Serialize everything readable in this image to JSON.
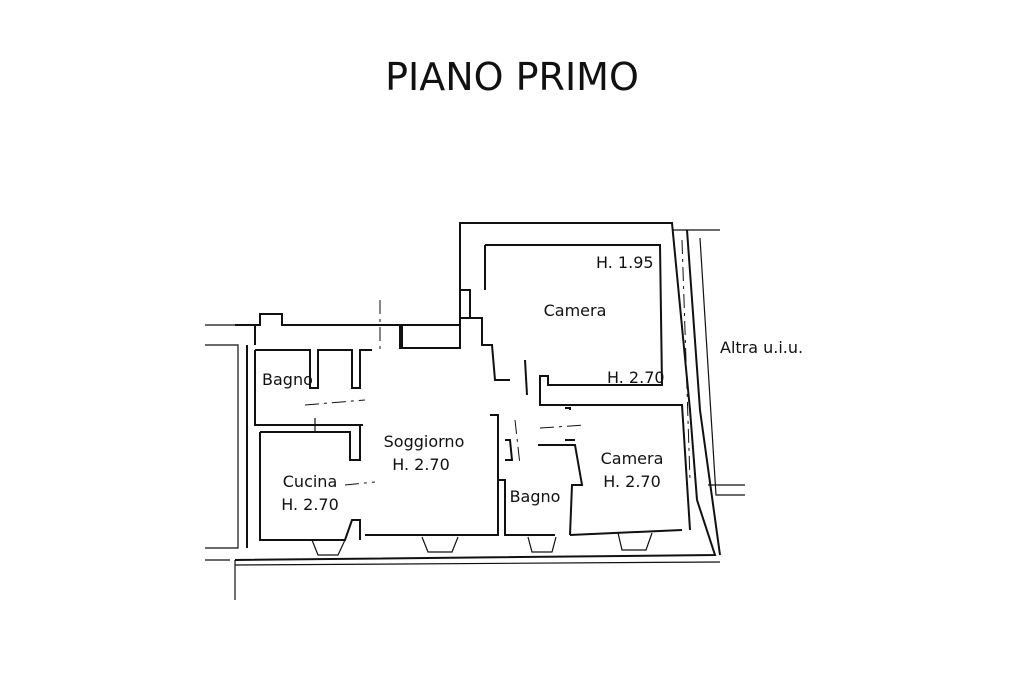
{
  "title": "PIANO PRIMO",
  "rooms": {
    "bagno_left": "Bagno",
    "soggiorno": "Soggiorno",
    "soggiorno_h": "H. 2.70",
    "cucina": "Cucina",
    "cucina_h": "H. 2.70",
    "camera_top": "Camera",
    "camera_top_h_low": "H. 1.95",
    "camera_top_h_high": "H. 2.70",
    "bagno_right": "Bagno",
    "camera_right": "Camera",
    "camera_right_h": "H. 2.70"
  },
  "neighbor_label": "Altra u.i.u."
}
